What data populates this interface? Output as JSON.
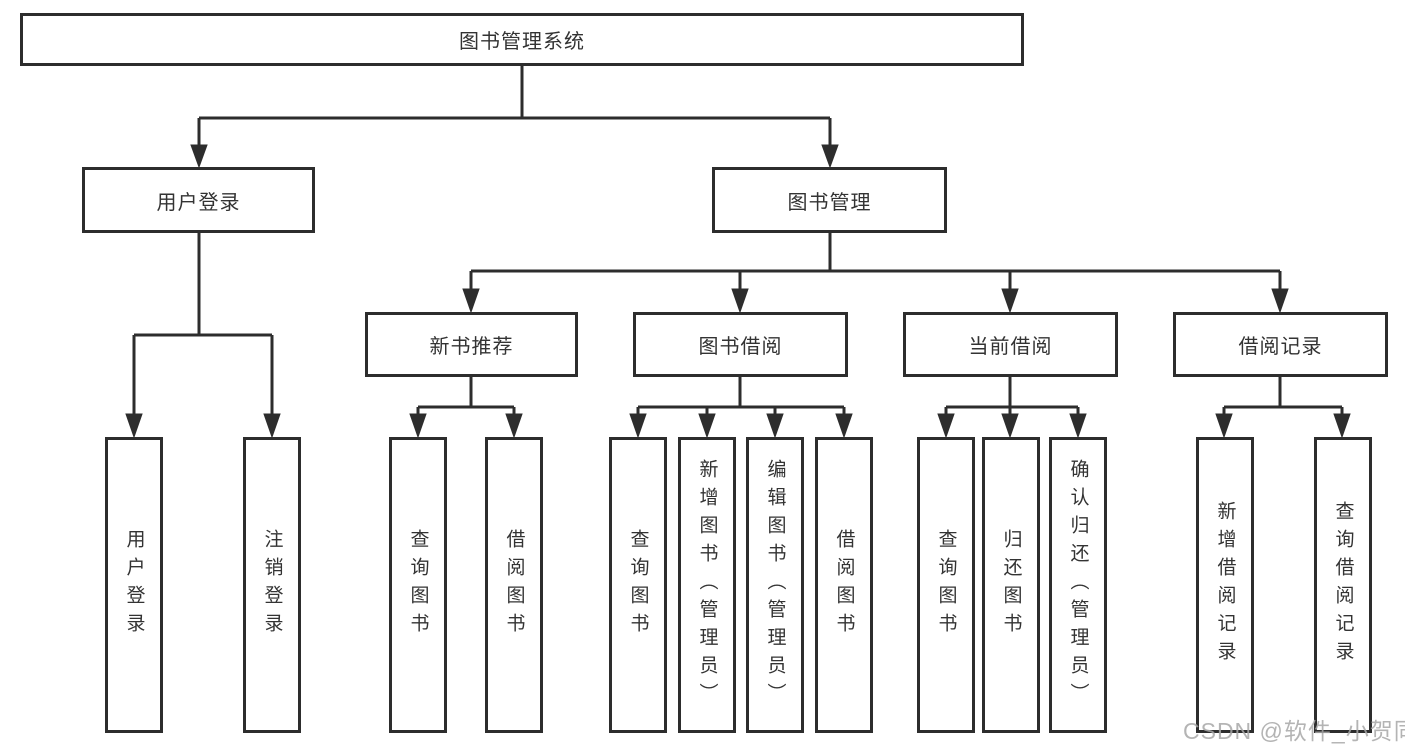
{
  "title": "图书管理系统",
  "colors": {
    "line": "#2d2d2d",
    "box_border": "#2d2d2d",
    "text": "#333333",
    "background": "#ffffff",
    "watermark": "#a8a8a8"
  },
  "watermark": {
    "text": "CSDN @软件_小贺同学"
  },
  "tree": {
    "root": {
      "label": "图书管理系统",
      "children": [
        {
          "label": "用户登录",
          "children": [
            {
              "label": "用户登录"
            },
            {
              "label": "注销登录"
            }
          ]
        },
        {
          "label": "图书管理",
          "children": [
            {
              "label": "新书推荐",
              "children": [
                {
                  "label": "查询图书"
                },
                {
                  "label": "借阅图书"
                }
              ]
            },
            {
              "label": "图书借阅",
              "children": [
                {
                  "label": "查询图书"
                },
                {
                  "label": "新增图书（管理员）"
                },
                {
                  "label": "编辑图书（管理员）"
                },
                {
                  "label": "借阅图书"
                }
              ]
            },
            {
              "label": "当前借阅",
              "children": [
                {
                  "label": "查询图书"
                },
                {
                  "label": "归还图书"
                },
                {
                  "label": "确认归还（管理员）"
                }
              ]
            },
            {
              "label": "借阅记录",
              "children": [
                {
                  "label": "新增借阅记录"
                },
                {
                  "label": "查询借阅记录"
                }
              ]
            }
          ]
        }
      ]
    }
  }
}
